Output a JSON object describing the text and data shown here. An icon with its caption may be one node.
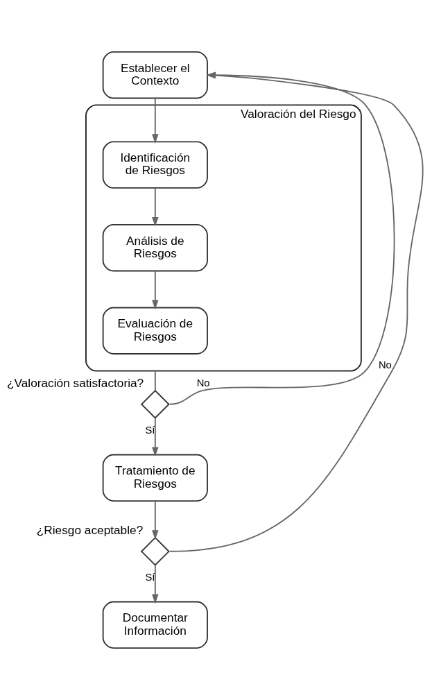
{
  "diagram": {
    "nodes": [
      {
        "text": [
          "Establecer el Contexto"
        ]
      },
      {
        "text": [
          "Valoración del Riesgo"
        ]
      },
      {
        "text": [
          "Identificación de Riesgos"
        ],
        "in": 1
      },
      {
        "text": [
          "Análisis de Riesgos"
        ],
        "in": 1
      },
      {
        "text": [
          "Evaluación de Riesgos"
        ],
        "in": 1
      },
      {
        "text": [],
        "shape": "diamond",
        "beside": [
          "¿Valoración satisfactoria?"
        ]
      },
      {
        "text": [
          "Tratamiento de Riesgos"
        ]
      },
      {
        "text": [],
        "shape": "diamond",
        "beside": [
          "¿Riesgo aceptable?"
        ]
      },
      {
        "text": [
          "Documentar Información"
        ]
      }
    ],
    "edges": [
      {
        "from": 0,
        "to": 2,
        "arrow": "to"
      },
      {
        "from": 2,
        "to": 3,
        "arrow": "to"
      },
      {
        "from": 3,
        "to": 4,
        "arrow": "to"
      },
      {
        "from": 1,
        "to": 5,
        "arrow": "none"
      },
      {
        "from": 5,
        "to": 6,
        "arrow": "to",
        "label": "Sí"
      },
      {
        "from": 5,
        "to": 0,
        "arrow": "to",
        "label": "No"
      },
      {
        "from": 6,
        "to": 7,
        "arrow": "to"
      },
      {
        "from": 7,
        "to": 8,
        "arrow": "to",
        "label": "Sí"
      },
      {
        "from": 7,
        "to": 0,
        "arrow": "to",
        "label": "No"
      }
    ]
  }
}
